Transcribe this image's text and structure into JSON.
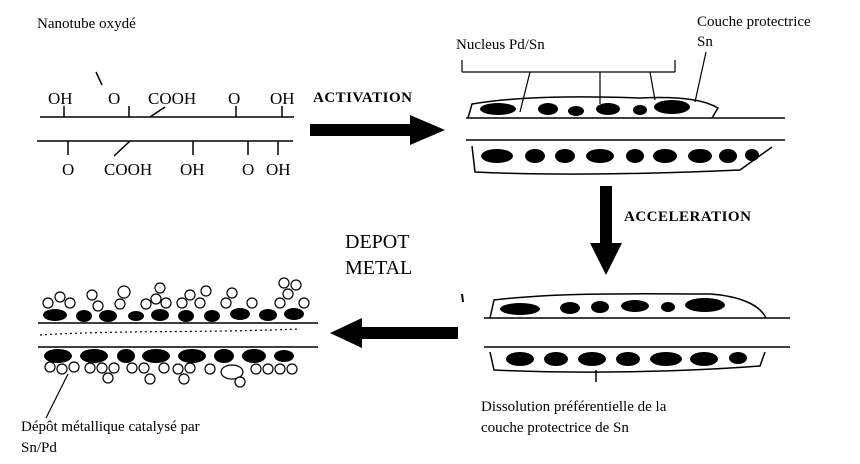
{
  "labels": {
    "nanotube": "Nanotube oxydé",
    "nucleus": "Nucleus Pd/Sn",
    "couche_line1": "Couche protectrice",
    "couche_line2": "Sn",
    "activation": "ACTIVATION",
    "acceleration": "ACCELERATION",
    "depot_line1": "DEPOT",
    "depot_line2": "METAL",
    "dissolution_line1": "Dissolution préférentielle de la",
    "dissolution_line2": "couche protectrice  de Sn",
    "catalyse_line1": "Dépôt métallique catalysé par",
    "catalyse_line2": "Sn/Pd"
  },
  "groups": {
    "top": [
      "OH",
      "O",
      "COOH",
      "O",
      "OH"
    ],
    "bottom": [
      "O",
      "COOH",
      "OH",
      "O",
      "OH"
    ]
  },
  "colors": {
    "ink": "#000000",
    "background": "#ffffff"
  }
}
